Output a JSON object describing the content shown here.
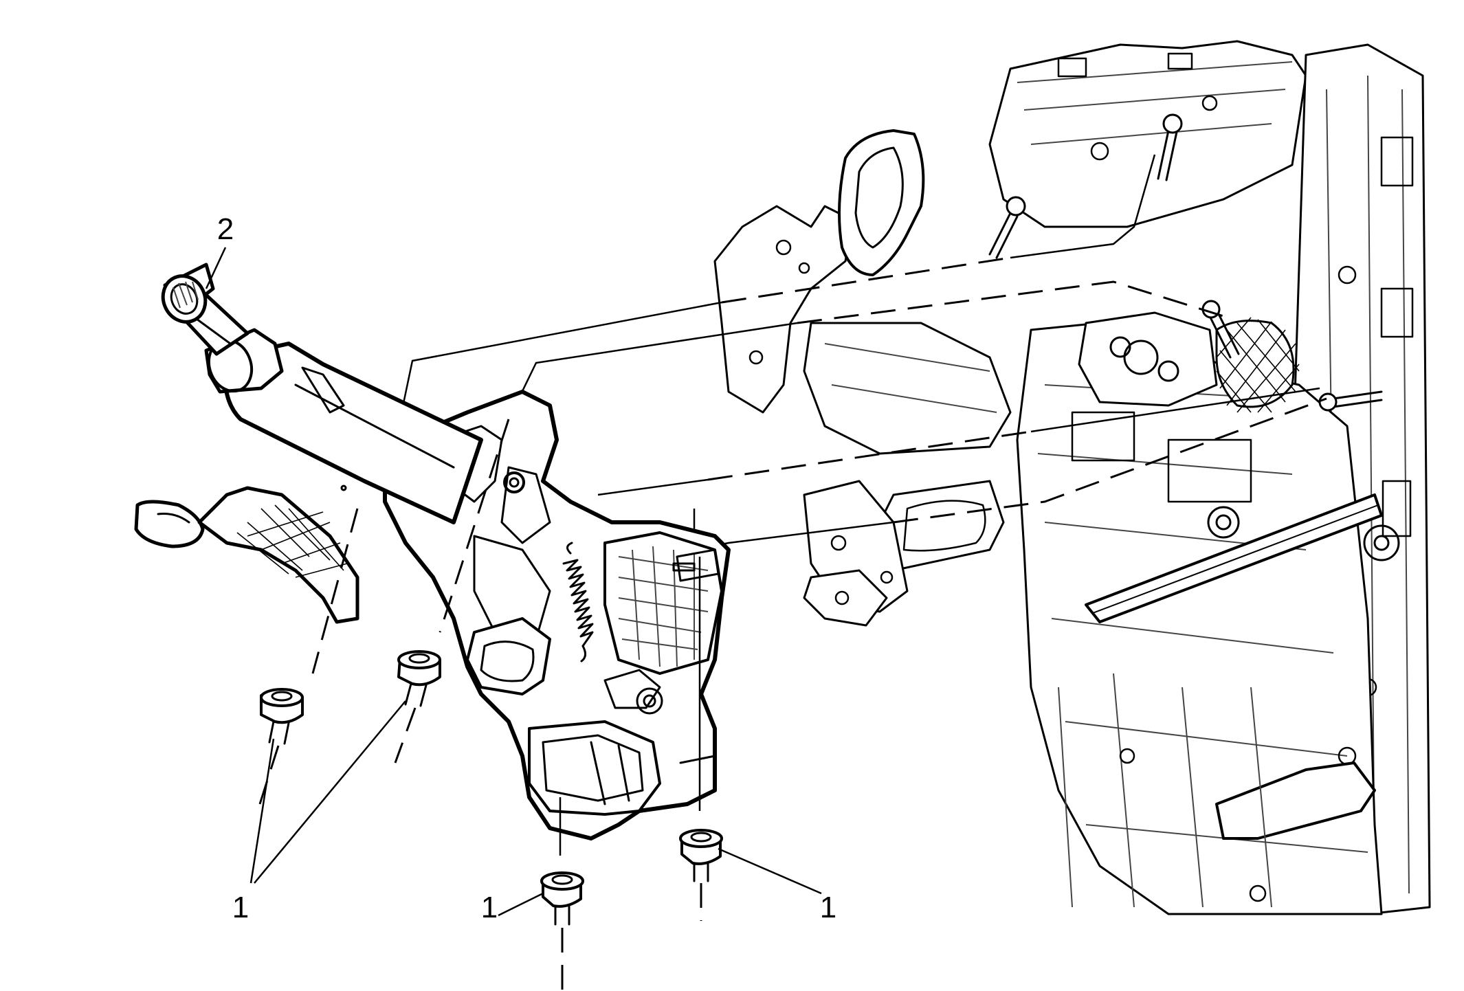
{
  "figure": {
    "colors": {
      "ink": "#000000",
      "paper": "#ffffff"
    },
    "callouts": [
      {
        "id": "callout-2",
        "text": "2"
      },
      {
        "id": "callout-1-left",
        "text": "1"
      },
      {
        "id": "callout-1-middle",
        "text": "1"
      },
      {
        "id": "callout-1-right",
        "text": "1"
      }
    ]
  }
}
